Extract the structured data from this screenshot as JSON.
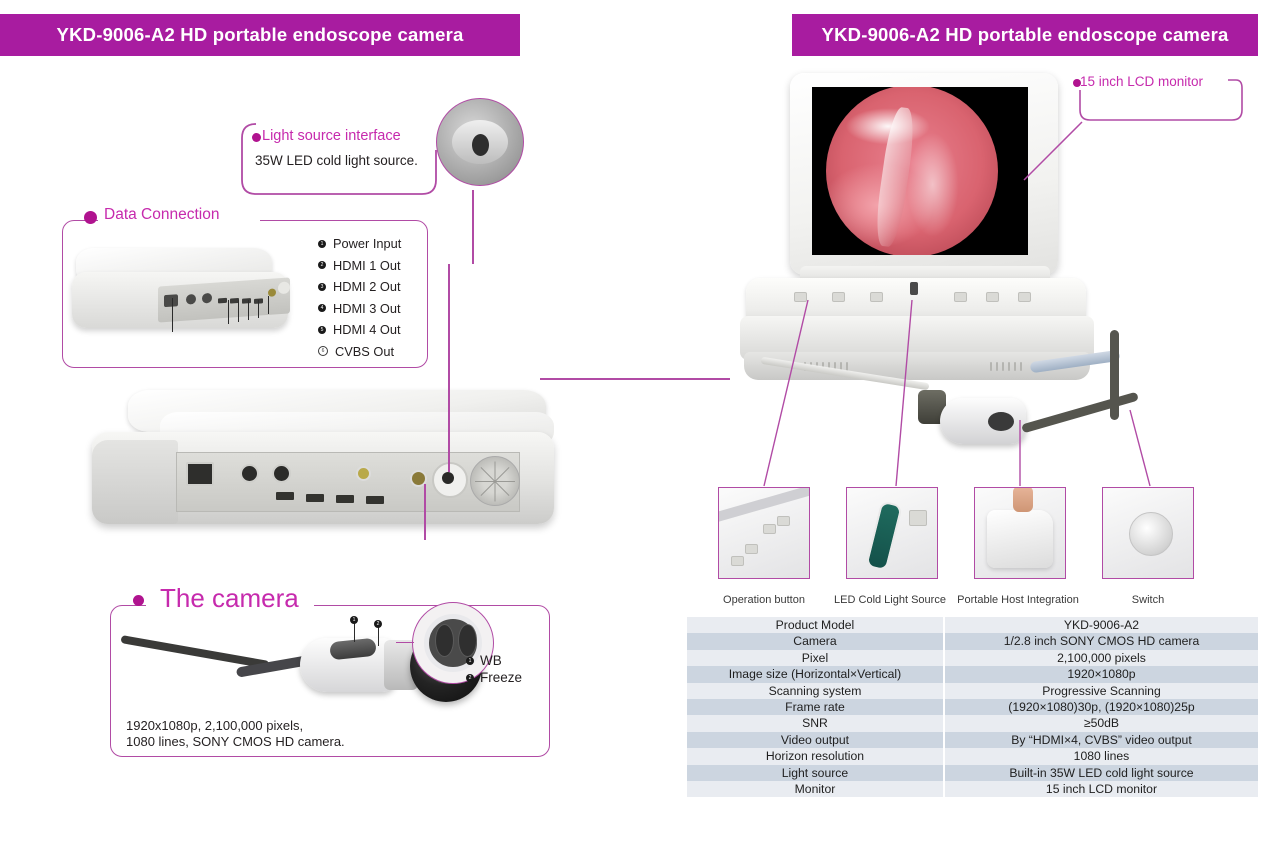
{
  "banner": {
    "left_title": "YKD-9006-A2 HD portable endoscope camera",
    "right_title": "YKD-9006-A2 HD portable endoscope camera",
    "color": "#a81ca0"
  },
  "accent_color": "#c62aad",
  "callouts": {
    "light_source": {
      "title": "Light source interface",
      "description": "35W LED cold light source."
    },
    "data_connection": {
      "title": "Data Connection",
      "ports": [
        {
          "num": "1",
          "label": "Power Input"
        },
        {
          "num": "2",
          "label": "HDMI 1 Out"
        },
        {
          "num": "3",
          "label": "HDMI 2 Out"
        },
        {
          "num": "4",
          "label": "HDMI 3 Out"
        },
        {
          "num": "5",
          "label": "HDMI 4 Out"
        },
        {
          "num": "6",
          "label": "CVBS Out"
        }
      ]
    },
    "camera": {
      "title": "The camera",
      "caption_line1": "1920x1080p,  2,100,000 pixels,",
      "caption_line2": "1080 lines, SONY CMOS HD camera.",
      "buttons": [
        {
          "num": "1",
          "label": "WB"
        },
        {
          "num": "2",
          "label": "Freeze"
        }
      ]
    },
    "monitor": {
      "title": "15 inch LCD monitor"
    }
  },
  "thumbnails": [
    {
      "caption": "Operation button"
    },
    {
      "caption": "LED Cold Light Source"
    },
    {
      "caption": "Portable Host Integration"
    },
    {
      "caption": "Switch"
    }
  ],
  "spec_table": {
    "rows": [
      {
        "key": "Product Model",
        "value": "YKD-9006-A2"
      },
      {
        "key": "Camera",
        "value": "1/2.8 inch SONY CMOS HD camera"
      },
      {
        "key": "Pixel",
        "value": "2,100,000 pixels"
      },
      {
        "key": "Image size (Horizontal×Vertical)",
        "value": "1920×1080p"
      },
      {
        "key": "Scanning system",
        "value": "Progressive Scanning"
      },
      {
        "key": "Frame rate",
        "value": "(1920×1080)30p, (1920×1080)25p"
      },
      {
        "key": "SNR",
        "value": "≥50dB"
      },
      {
        "key": "Video output",
        "value": "By “HDMI×4, CVBS” video output"
      },
      {
        "key": "Horizon resolution",
        "value": "1080 lines"
      },
      {
        "key": "Light source",
        "value": "Built-in 35W LED cold light source"
      },
      {
        "key": "Monitor",
        "value": "15 inch LCD monitor"
      }
    ]
  }
}
